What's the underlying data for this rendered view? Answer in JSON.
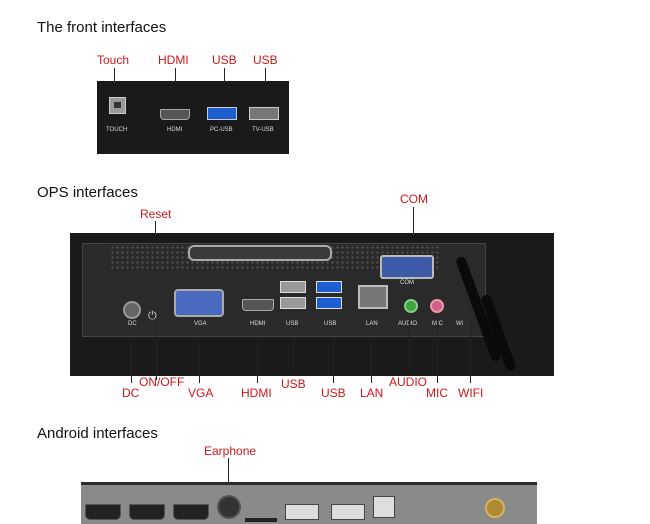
{
  "front": {
    "heading": "The front interfaces",
    "labels": {
      "touch": "Touch",
      "hdmi": "HDMI",
      "usb1": "USB",
      "usb2": "USB"
    },
    "panel": {
      "touch": "TOUCH",
      "hdmi": "HDMI",
      "pc_usb": "PC-USB",
      "tv_usb": "TV-USB"
    }
  },
  "ops": {
    "heading": "OPS interfaces",
    "labels": {
      "com": "COM",
      "reset": "Reset",
      "dc": "DC",
      "onoff": "ON/OFF",
      "vga": "VGA",
      "hdmi": "HDMI",
      "usb1": "USB",
      "usb2": "USB",
      "lan": "LAN",
      "audio": "AUDIO",
      "mic": "MIC",
      "wifi": "WIFI"
    },
    "panel": {
      "com": "COM",
      "dc": "DC",
      "vga": "VGA",
      "hdmi": "HDMI",
      "usb1": "USB",
      "usb2": "USB",
      "lan": "LAN",
      "audio": "AUDIO",
      "mic": "MIC",
      "wifi": "Wi"
    }
  },
  "android": {
    "heading": "Android interfaces",
    "labels": {
      "earphone": "Earphone"
    }
  },
  "colors": {
    "callout": "#d0161b",
    "usb_blue": "#1e5fd0",
    "panel_dark": "#1a1a1a"
  }
}
